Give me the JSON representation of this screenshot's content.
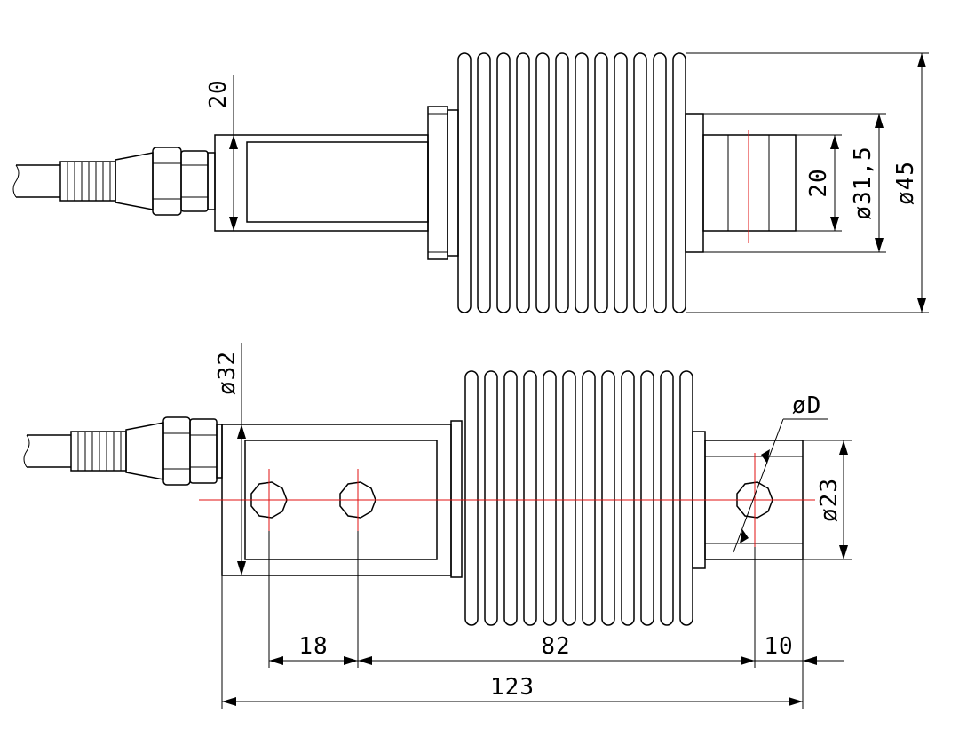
{
  "top_view": {
    "dims": {
      "neck_height": "20",
      "pin_height": "20",
      "hub_diameter": "ø31,5",
      "body_diameter": "ø45"
    }
  },
  "bottom_view": {
    "dims": {
      "body_diameter": "ø32",
      "hole_label": "øD",
      "pin_diameter": "ø23",
      "hole_spacing": "18",
      "length_82": "82",
      "end_offset": "10",
      "overall_length": "123"
    }
  },
  "colors": {
    "lines": "#000000",
    "centerlines": "#e01010"
  }
}
